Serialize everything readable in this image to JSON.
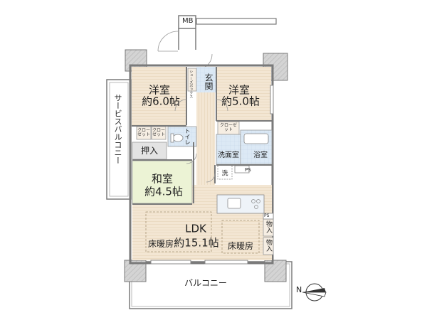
{
  "meta": {
    "mb": "MB",
    "entrance": "玄関",
    "ps": "PS"
  },
  "rooms": {
    "western1": {
      "name": "洋室",
      "size": "約6.0帖"
    },
    "western2": {
      "name": "洋室",
      "size": "約5.0帖"
    },
    "japanese": {
      "name": "和室",
      "size": "約4.5帖"
    },
    "ldk": {
      "name": "LDK",
      "size": "約15.1帖"
    },
    "wash_room": "洗面室",
    "bath": "浴室",
    "toilet": "トイレ",
    "laundry": "洗",
    "oshiire": "押入",
    "closet": "クローゼット",
    "shoe_box": "シューズボックス",
    "storage": "物入"
  },
  "features": {
    "floor_heating": "床暖房"
  },
  "balconies": {
    "service": "サービスバルコニー",
    "main": "バルコニー"
  },
  "compass": {
    "north": "N"
  },
  "colors": {
    "wood_floor": "#f3e6d3",
    "tatami": "#ecf3d5",
    "wet_area": "#dce9f5",
    "wall": "#7a7a7a",
    "balcony_shade": "#d9d9d9",
    "closet_fill": "#f6eee3",
    "oshiire_fill": "#e3e3e3"
  }
}
